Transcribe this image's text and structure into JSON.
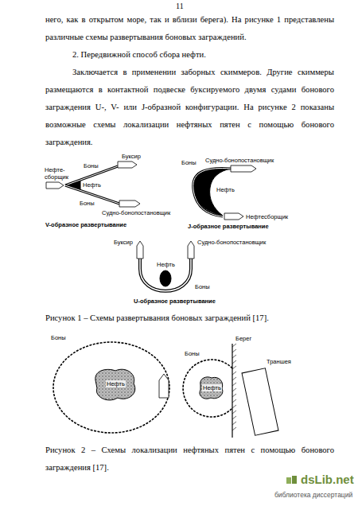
{
  "diagram": {
    "labels": [
      "11",
      "него, как в открытом море, так и вблизи берега). На рисунке 1 представлены различные схемы развертывания боновых заграждений.",
      "2. Передвижной способ сбора нефти.",
      "Заключается в применении заборных скиммеров. Другие скиммеры размещаются в контактной подвеске буксируемого двумя судами бонового заграждения U-, V- или J-образной конфигурации. На рисунке 2 показаны возможные схемы локализации нефтяных пятен с помощью бонового заграждения.",
      "Буксир",
      "Боны",
      "Нефте- сборщик",
      "Нефть",
      "Боны",
      "Судно-бонопостановщик",
      "V-образное развертывание",
      "Боны",
      "Судно-бонопостановщик",
      "Нефть",
      "Нефтесборщик",
      "J-образное развертывание",
      "Буксир",
      "Судно-бонопостановщик",
      "Нефть",
      "Боны",
      "U-образное развертывание",
      "Рисунок 1 – Схемы развертывания боновых заграждений [17].",
      "Боны",
      "Нефть",
      "Берег",
      "Боны",
      "Нефть",
      "Траншея",
      "Рисунок 2 – Схемы локализации нефтяных пятен с помощью бонового заграждения [17].",
      "dsLib.net",
      "библиотека диссертаций"
    ]
  }
}
